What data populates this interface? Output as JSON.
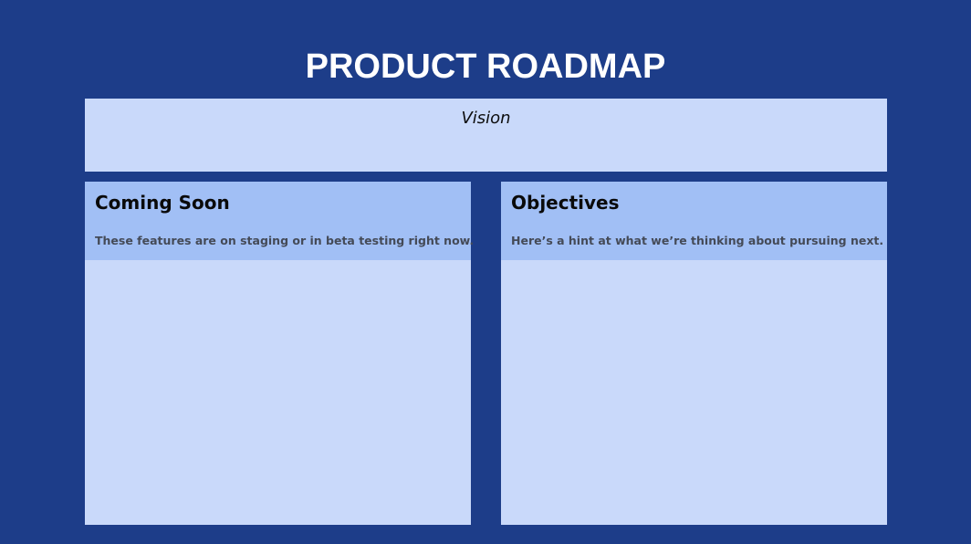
{
  "page": {
    "title": "PRODUCT ROADMAP"
  },
  "vision": {
    "label": "Vision"
  },
  "columns": [
    {
      "title": "Coming Soon",
      "description": "These features are on staging or in beta testing right now."
    },
    {
      "title": "Objectives",
      "description": "Here’s a hint at what we’re thinking about pursuing next."
    }
  ],
  "colors": {
    "background": "#1d3d89",
    "panel": "#c9d9fa",
    "panel_header": "#a1bff5",
    "title_text": "#ffffff"
  }
}
